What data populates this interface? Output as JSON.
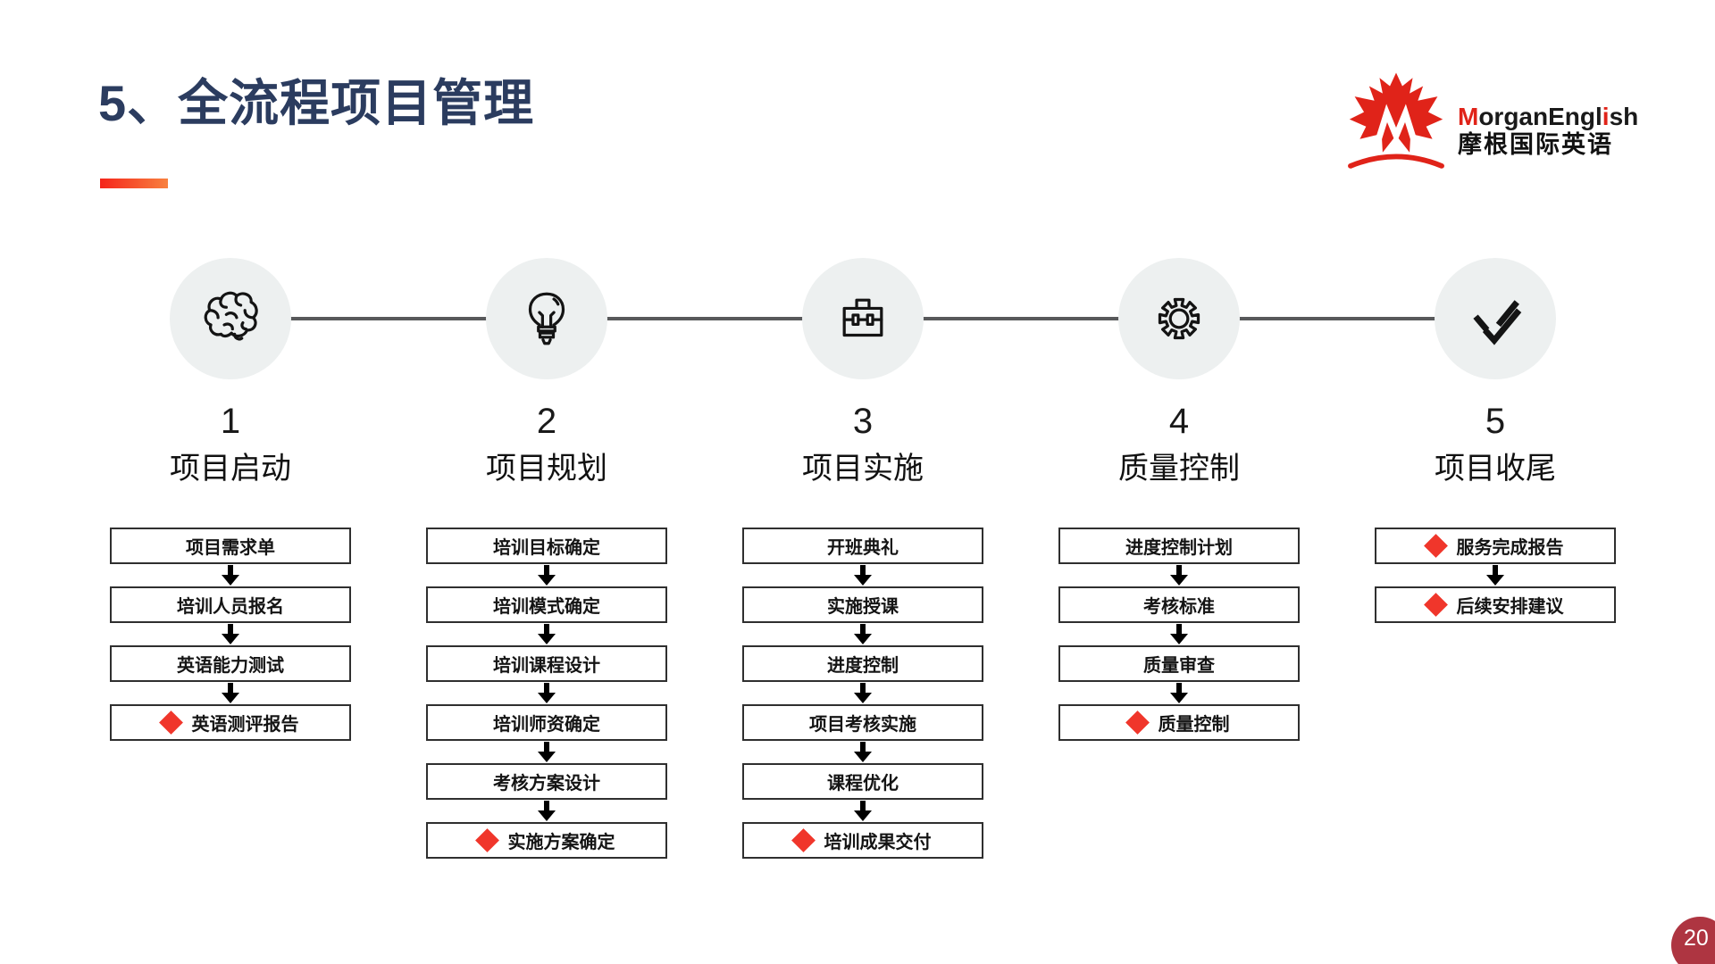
{
  "slide": {
    "title": "5、全流程项目管理",
    "page_number": "20",
    "title_color": "#2B3C5F",
    "accent_gradient": [
      "#F5251B",
      "#F8813F"
    ],
    "milestone_color": "#F0362B",
    "connector_color": "#58595B"
  },
  "logo": {
    "leaf_icon": "maple-leaf-icon",
    "leaf_color": "#E02319",
    "brand_parts": [
      {
        "text": "M",
        "color": "#E02319"
      },
      {
        "text": "organEngl",
        "color": "#1A1A1A"
      },
      {
        "text": "i",
        "color": "#E02319"
      },
      {
        "text": "sh",
        "color": "#1A1A1A"
      }
    ],
    "brand_cn": "摩根国际英语"
  },
  "process": {
    "stages": [
      {
        "number": "1",
        "label": "项目启动",
        "icon": "brain-icon",
        "steps": [
          {
            "label": "项目需求单",
            "milestone": false
          },
          {
            "label": "培训人员报名",
            "milestone": false
          },
          {
            "label": "英语能力测试",
            "milestone": false
          },
          {
            "label": "英语测评报告",
            "milestone": true
          }
        ]
      },
      {
        "number": "2",
        "label": "项目规划",
        "icon": "lightbulb-icon",
        "steps": [
          {
            "label": "培训目标确定",
            "milestone": false
          },
          {
            "label": "培训模式确定",
            "milestone": false
          },
          {
            "label": "培训课程设计",
            "milestone": false
          },
          {
            "label": "培训师资确定",
            "milestone": false
          },
          {
            "label": "考核方案设计",
            "milestone": false
          },
          {
            "label": "实施方案确定",
            "milestone": true
          }
        ]
      },
      {
        "number": "3",
        "label": "项目实施",
        "icon": "briefcase-icon",
        "steps": [
          {
            "label": "开班典礼",
            "milestone": false
          },
          {
            "label": "实施授课",
            "milestone": false
          },
          {
            "label": "进度控制",
            "milestone": false
          },
          {
            "label": "项目考核实施",
            "milestone": false
          },
          {
            "label": "课程优化",
            "milestone": false
          },
          {
            "label": "培训成果交付",
            "milestone": true
          }
        ]
      },
      {
        "number": "4",
        "label": "质量控制",
        "icon": "gear-icon",
        "steps": [
          {
            "label": "进度控制计划",
            "milestone": false
          },
          {
            "label": "考核标准",
            "milestone": false
          },
          {
            "label": "质量审查",
            "milestone": false
          },
          {
            "label": "质量控制",
            "milestone": true
          }
        ]
      },
      {
        "number": "5",
        "label": "项目收尾",
        "icon": "double-check-icon",
        "steps": [
          {
            "label": "服务完成报告",
            "milestone": true
          },
          {
            "label": "后续安排建议",
            "milestone": true
          }
        ]
      }
    ]
  }
}
